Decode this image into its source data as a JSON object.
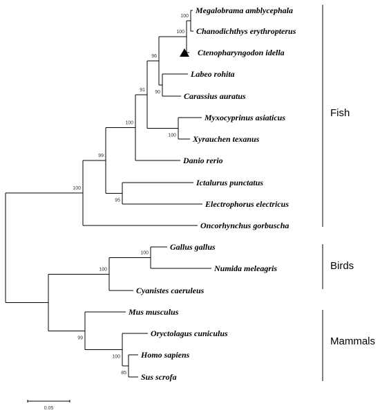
{
  "taxa": [
    {
      "id": "megalobrama",
      "label": "Megalobrama amblycephala",
      "marker": ""
    },
    {
      "id": "chanodichthys",
      "label": "Chanodichthys erythropterus",
      "marker": ""
    },
    {
      "id": "ctenopharyngodon",
      "label": "Ctenopharyngodon idella",
      "marker": "triangle"
    },
    {
      "id": "labeo",
      "label": "Labeo rohita",
      "marker": ""
    },
    {
      "id": "carassius",
      "label": "Carassius auratus",
      "marker": ""
    },
    {
      "id": "myxocyprinus",
      "label": "Myxocyprinus asiaticus",
      "marker": ""
    },
    {
      "id": "xyrauchen",
      "label": "Xyrauchen texanus",
      "marker": ""
    },
    {
      "id": "danio",
      "label": "Danio rerio",
      "marker": ""
    },
    {
      "id": "ictalurus",
      "label": "Ictalurus punctatus",
      "marker": ""
    },
    {
      "id": "electrophorus",
      "label": "Electrophorus electricus",
      "marker": ""
    },
    {
      "id": "oncorhynchus",
      "label": "Oncorhynchus gorbuscha",
      "marker": ""
    },
    {
      "id": "gallus",
      "label": "Gallus gallus",
      "marker": ""
    },
    {
      "id": "numida",
      "label": "Numida meleagris",
      "marker": ""
    },
    {
      "id": "cyanistes",
      "label": "Cyanistes caeruleus",
      "marker": ""
    },
    {
      "id": "mus",
      "label": "Mus musculus",
      "marker": ""
    },
    {
      "id": "oryctolagus",
      "label": "Oryctolagus cuniculus",
      "marker": ""
    },
    {
      "id": "homo",
      "label": "Homo sapiens",
      "marker": ""
    },
    {
      "id": "sus",
      "label": "Sus scrofa",
      "marker": ""
    }
  ],
  "bootstrap": [
    {
      "node": "megalobrama-chanodichthys",
      "value": "100"
    },
    {
      "node": "with-ctenopharyngodon",
      "value": "100"
    },
    {
      "node": "labeo-carassius",
      "value": "90"
    },
    {
      "node": "cyprinid-core",
      "value": "96"
    },
    {
      "node": "myxocyprinus-xyrauchen",
      "value": "100"
    },
    {
      "node": "cypriniformes",
      "value": "91"
    },
    {
      "node": "with-danio",
      "value": "100"
    },
    {
      "node": "ictalurus-electrophorus",
      "value": "95"
    },
    {
      "node": "otophysi",
      "value": "99"
    },
    {
      "node": "fish",
      "value": "100"
    },
    {
      "node": "gallus-numida",
      "value": "100"
    },
    {
      "node": "birds",
      "value": "100"
    },
    {
      "node": "homo-sus",
      "value": "85"
    },
    {
      "node": "oryctolagus-homo-sus",
      "value": "100"
    },
    {
      "node": "mammals",
      "value": "99"
    }
  ],
  "groups": [
    {
      "id": "fish",
      "label": "Fish"
    },
    {
      "id": "birds",
      "label": "Birds"
    },
    {
      "id": "mammals",
      "label": "Mammals"
    }
  ],
  "scale_bar": {
    "value": 0.05,
    "label": "0.05"
  }
}
